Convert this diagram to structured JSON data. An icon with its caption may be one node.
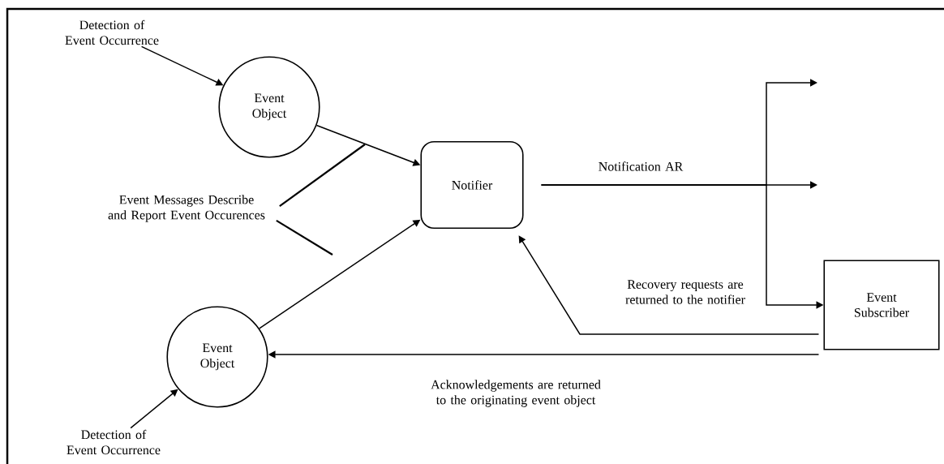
{
  "diagram": {
    "nodes": [
      {
        "text": [
          "Detection of Event Occurrence"
        ]
      },
      {
        "text": [
          "Event Object"
        ]
      },
      {
        "text": [
          "Notifier"
        ]
      },
      {
        "text": [
          "Event Messages Describe and Report Event Occurences"
        ]
      },
      {
        "text": [
          "Event Object"
        ]
      },
      {
        "text": [
          "Detection of Event Occurrence"
        ]
      },
      {
        "text": [
          "Event Subscriber"
        ]
      }
    ],
    "edges": [
      {
        "from": 0,
        "to": 1,
        "arrow": "to"
      },
      {
        "from": 1,
        "to": 2,
        "arrow": "to"
      },
      {
        "from": 4,
        "to": 2,
        "arrow": "to"
      },
      {
        "from": 5,
        "to": 4,
        "arrow": "to"
      },
      {
        "from": 2,
        "to": null,
        "arrow": "to"
      },
      {
        "from": 2,
        "to": null,
        "arrow": "to",
        "label": "Notification AR"
      },
      {
        "from": 2,
        "to": 6,
        "arrow": "to"
      },
      {
        "from": 6,
        "to": 2,
        "arrow": "to",
        "label": "Recovery requests are returned to the notifier"
      },
      {
        "from": 6,
        "to": 4,
        "arrow": "to",
        "label": "Acknowledgements are returned to the originating event object"
      },
      {
        "from": 3,
        "to": null,
        "arrow": "none"
      },
      {
        "from": 3,
        "to": null,
        "arrow": "none"
      }
    ]
  }
}
